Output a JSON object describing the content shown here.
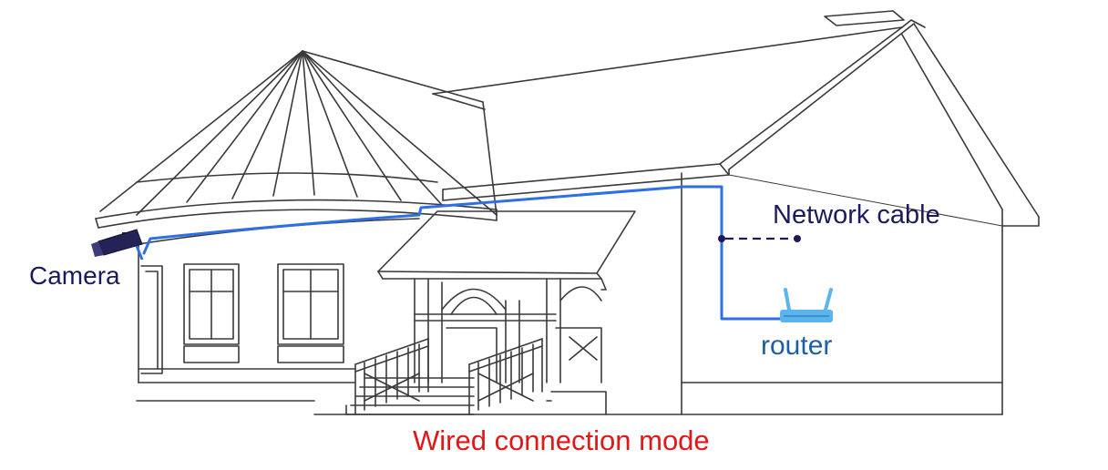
{
  "labels": {
    "camera": "Camera",
    "network_cable": "Network cable",
    "router": "router",
    "mode": "Wired connection mode"
  },
  "colors": {
    "line_art": "#3a3a3a",
    "cable": "#2f6fe6",
    "navy_text": "#1b1a5e",
    "router_text": "#1c5ea8",
    "mode_text": "#e01818",
    "router_device": "#5ab4ee"
  },
  "icons": {
    "camera": "cctv-camera-icon",
    "router": "router-icon"
  }
}
